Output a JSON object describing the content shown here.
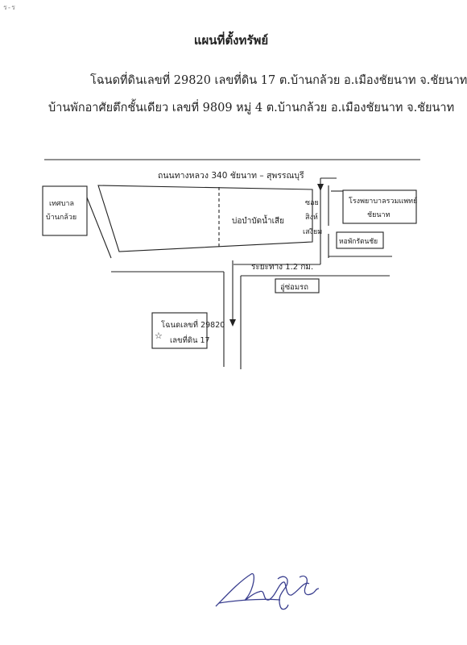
{
  "header": {
    "title": "แผนที่ตั้งทรัพย์",
    "deed_line": "โฉนดที่ดินเลขที่ 29820 เลขที่ดิน 17 ต.บ้านกล้วย อ.เมืองชัยนาท จ.ชัยนาท",
    "building_line": "บ้านพักอาศัยตึกชั้นเดียว เลขที่ 9809 หมู่ 4 ต.บ้านกล้วย อ.เมืองชัยนาท จ.ชัยนาท"
  },
  "map": {
    "highway": "ถนนทางหลวง 340 ชัยนาท – สุพรรณบุรี",
    "municipality": [
      "เทศบาล",
      "บ้านกล้วย"
    ],
    "hospital": [
      "โรงพยาบาลรวมแพทย์",
      "ชัยนาท"
    ],
    "soi": [
      "ซอย",
      "สิงห์",
      "เสงี่ยม"
    ],
    "dormitory": "หอพักรัตนชัย",
    "pond": "บ่อบำบัดน้ำเสีย",
    "distance": "ระยะทาง 1.2 กม.",
    "garage": "อู่ซ่อมรถ",
    "plot": [
      "โฉนดเลขที่ 29820",
      "เลขที่ดิน 17"
    ],
    "star_symbol": "☆"
  },
  "signature_text": "สมชาย",
  "colors": {
    "ink": "#222222",
    "signature": "#3a3f8f"
  }
}
